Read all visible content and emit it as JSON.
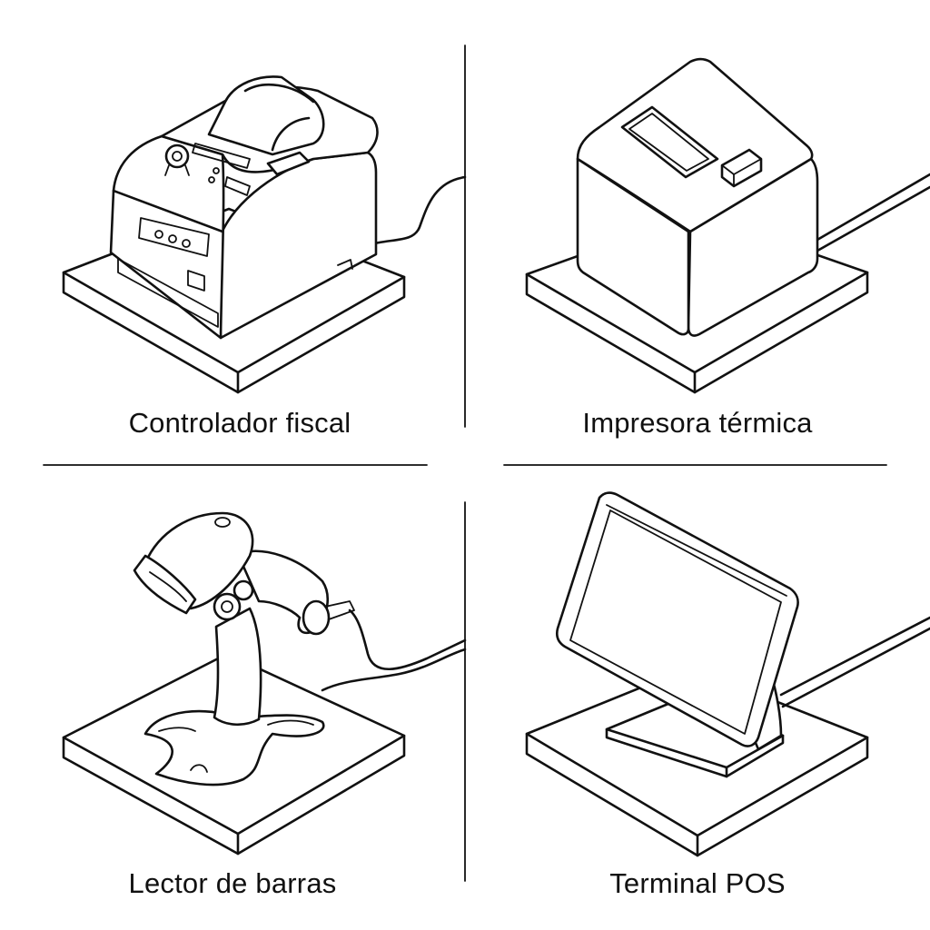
{
  "quadrants": [
    {
      "label": "Controlador fiscal",
      "icon": "fiscal-controller-icon"
    },
    {
      "label": "Impresora térmica",
      "icon": "thermal-printer-icon"
    },
    {
      "label": "Lector de barras",
      "icon": "barcode-scanner-icon"
    },
    {
      "label": "Terminal POS",
      "icon": "pos-terminal-icon"
    }
  ],
  "colors": {
    "line": "#111111",
    "background": "#ffffff"
  }
}
